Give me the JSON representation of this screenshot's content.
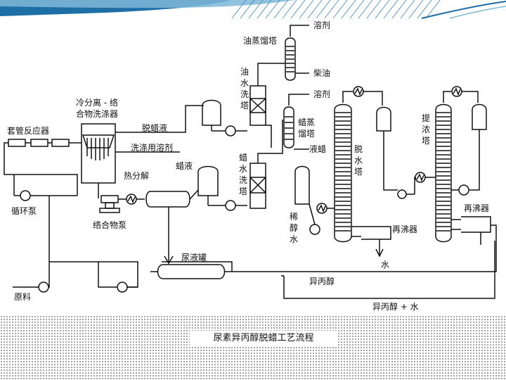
{
  "caption": "尿素异丙醇脱蜡工艺流程",
  "colors": {
    "header_blue": "#1e6fa6",
    "header_light": "#7fb8d8",
    "line": "#111111",
    "footer_dots": "#8a8a8a"
  },
  "labels": {
    "solvent_top": "溶剂",
    "oil_distill_tower": "油蒸馏塔",
    "diesel": "柴油",
    "solvent_mid": "溶剂",
    "oil_water_wash": [
      "油",
      "水",
      "洗",
      "塔"
    ],
    "cooling_separation": [
      "冷分离 - 络",
      "合物洗涤器"
    ],
    "casing_reactor": "套管反应器",
    "dewax_liquid": "脱蜡液",
    "wash_solvent": "洗涤用溶剂",
    "wax_distill": [
      "蜡蒸",
      "馏塔"
    ],
    "liquid_wax": "液蜡",
    "dehydration_tower": [
      "脱",
      "水",
      "塔"
    ],
    "concentrate_tower": [
      "提",
      "浓",
      "塔"
    ],
    "thermal_decomposition": "热分解",
    "wax_liquid": "蜡液",
    "wax_water_wash": [
      "蜡",
      "水",
      "洗",
      "塔"
    ],
    "circulation_pump": "循环泵",
    "complex_pump": "络合物泵",
    "dilute_alcohol_water": [
      "稀",
      "醇",
      "水"
    ],
    "reboiler_1": "再沸器",
    "reboiler_2": "再沸器",
    "water": "水",
    "urea_tank": "尿液罐",
    "isopropanol": "异丙醇",
    "raw_material": "原料",
    "isopropanol_water": "异丙醇 + 水"
  }
}
